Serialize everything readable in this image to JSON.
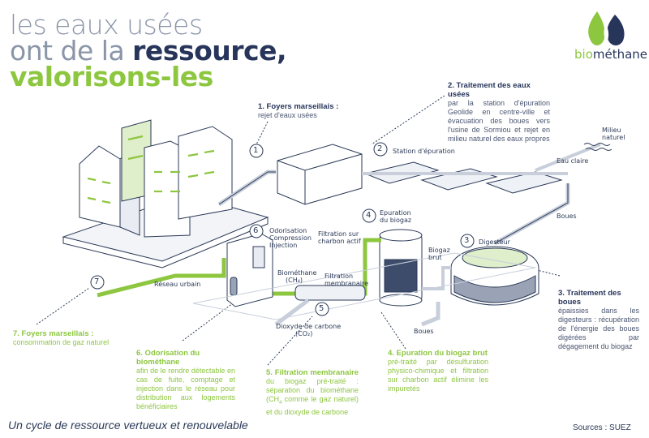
{
  "title": {
    "line1": "les eaux usées",
    "line2_pre": "ont de la ",
    "line2_bold": "ressource,",
    "line3": "valorisons-les"
  },
  "logo": {
    "part1": "bio",
    "part2": "méthane"
  },
  "steps": {
    "s1": {
      "title": "1. Foyers marseillais :",
      "body": "rejet d'eaux usées"
    },
    "s2": {
      "title": "2. Traitement des eaux usées",
      "body": "par la station d'épuration Geolide en centre-ville et évacuation des boues vers l'usine de Sormiou et rejet en milieu naturel des eaux propres"
    },
    "s3": {
      "title": "3. Traitement des boues",
      "body": "épaissies dans les digesteurs : récupération de l'énergie des boues digérées par dégagement du biogaz"
    },
    "s4": {
      "title": "4. Epuration du biogaz brut",
      "body": "pré-traité par désulfuration physico-chimique et filtration sur charbon actif élimine les impuretés"
    },
    "s5": {
      "title": "5. Filtration membranaire",
      "body_pre": "du biogaz pré-traité : séparation du biométhane (CH",
      "body_post": " comme le gaz naturel) et du dioxyde de carbone"
    },
    "s6": {
      "title": "6. Odorisation du biométhane",
      "body": "afin de le rendre détectable en cas de fuite, comptage et injection dans le réseau pour distribution aux logements bénéficiaires"
    },
    "s7": {
      "title": "7. Foyers marseillais :",
      "body": "consommation de gaz naturel"
    }
  },
  "labels": {
    "milieu1": "Milieu",
    "milieu2": "naturel",
    "eau_claire": "Eau claire",
    "station": "Station d'épuration",
    "boues_right": "Boues",
    "boues_bottom": "Boues",
    "digesteur": "Digesteur",
    "biogaz_brut1": "Biogaz",
    "biogaz_brut2": "brut",
    "epuration1": "Epuration",
    "epuration2": "du biogaz",
    "filtration_charbon1": "Filtration sur",
    "filtration_charbon2": "charbon actif",
    "odorisation1": "Odorisation",
    "odorisation2": "Compression",
    "odorisation3": "Injection",
    "biomethane1": "Biométhane",
    "biomethane2": "(CH₄)",
    "filtration_membranaire1": "Filtration",
    "filtration_membranaire2": "membranaire",
    "reseau": "Réseau urbain",
    "co2_1": "Dioxyde de carbone",
    "co2_2": "(CO₂)"
  },
  "numbers": [
    "1",
    "2",
    "3",
    "4",
    "5",
    "6",
    "7"
  ],
  "footer": "Un cycle de ressource vertueux et renouvelable",
  "sources": "Sources : SUEZ",
  "colors": {
    "navy": "#27355b",
    "green": "#8dc63f",
    "grey_title": "#8b95a8"
  }
}
